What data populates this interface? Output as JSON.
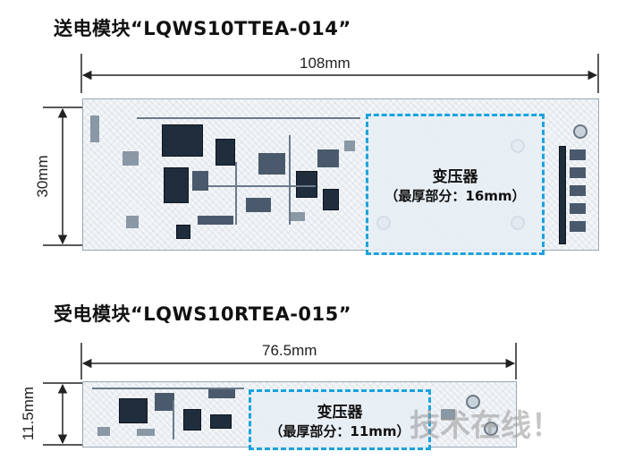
{
  "transmitter": {
    "title": "送电模块“LQWS10TTEA-014”",
    "width_label": "108mm",
    "height_label": "30mm",
    "transformer": {
      "line1": "变压器",
      "line2": "（最厚部分：16mm）"
    }
  },
  "receiver": {
    "title": "受电模块“LQWS10RTEA-015”",
    "width_label": "76.5mm",
    "height_label": "11.5mm",
    "transformer": {
      "line1": "变压器",
      "line2": "（最厚部分：11mm）"
    }
  },
  "watermark": "技术在线！",
  "colors": {
    "dashed_outline": "#1aa3dd",
    "dimension_lines": "#222222"
  },
  "icons": [
    "dimension-arrow-icon"
  ]
}
